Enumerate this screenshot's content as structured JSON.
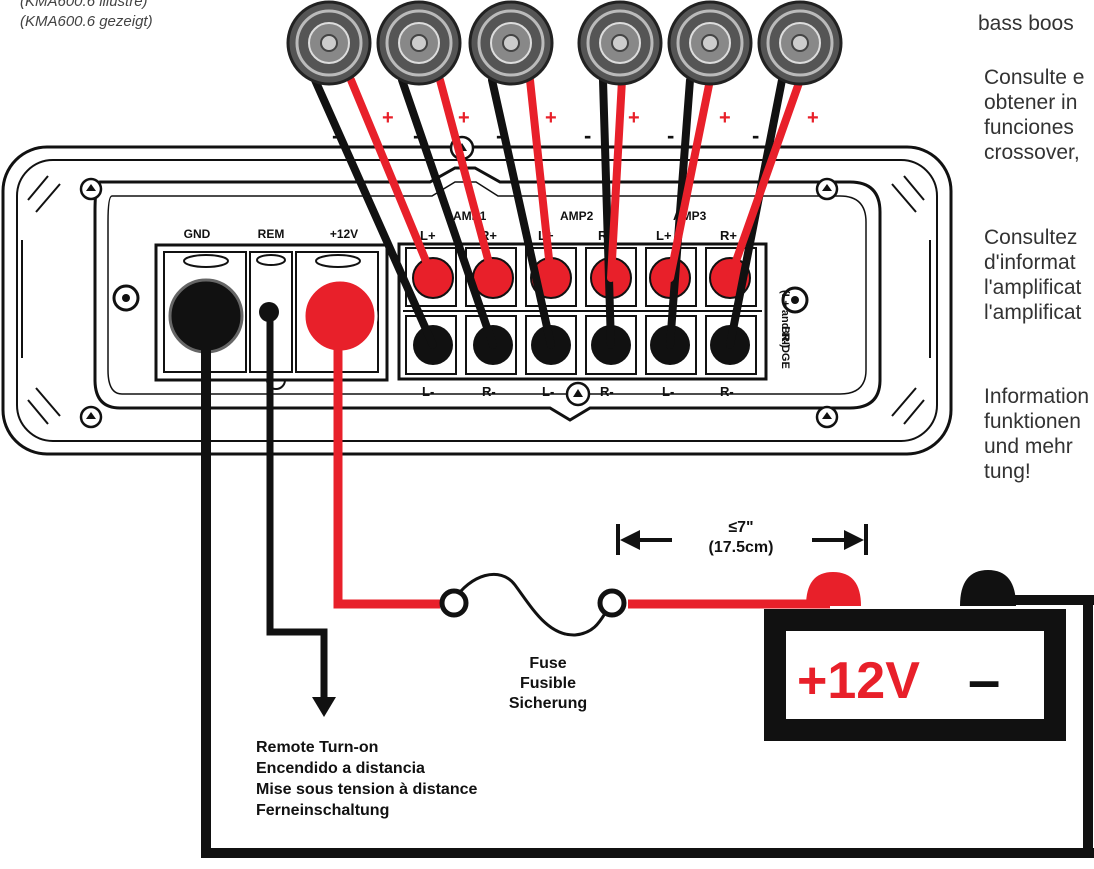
{
  "caption": {
    "line1": "(KMA600.6 illustré)",
    "line2": "(KMA600.6 gezeigt)"
  },
  "side_text": {
    "en_tail": "bass boos",
    "es": [
      "Consulte e",
      "obtener in",
      "funciones",
      "crossover,"
    ],
    "fr": [
      "Consultez",
      "d'informat",
      "l'amplificat",
      "l'amplificat"
    ],
    "de": [
      "Information",
      "funktionen",
      "und mehr",
      "tung!"
    ]
  },
  "power_terminals": [
    "GND",
    "REM",
    "+12V"
  ],
  "amp_groups": [
    "AMP1",
    "AMP2",
    "AMP3"
  ],
  "bridge_note": "(L+ and R-)",
  "bridge_label": "BRIDGE",
  "speaker_pos_labels": [
    "L+",
    "R+",
    "L+",
    "R+",
    "L+",
    "R+"
  ],
  "speaker_neg_labels": [
    "L-",
    "R-",
    "L-",
    "R-",
    "L-",
    "R-"
  ],
  "speaker_polarity": {
    "plus": "+",
    "minus": "-"
  },
  "distance": {
    "line1": "≤7\"",
    "line2": "(17.5cm)"
  },
  "fuse_labels": [
    "Fuse",
    "Fusible",
    "Sicherung"
  ],
  "remote_labels": [
    "Remote Turn-on",
    "Encendido a distancia",
    "Mise sous tension à distance",
    "Ferneinschaltung"
  ],
  "battery": {
    "plus_label": "+12V",
    "minus_label": "–"
  },
  "colors": {
    "wire_positive": "#e8202a",
    "wire_negative": "#111111",
    "outline": "#111111"
  }
}
